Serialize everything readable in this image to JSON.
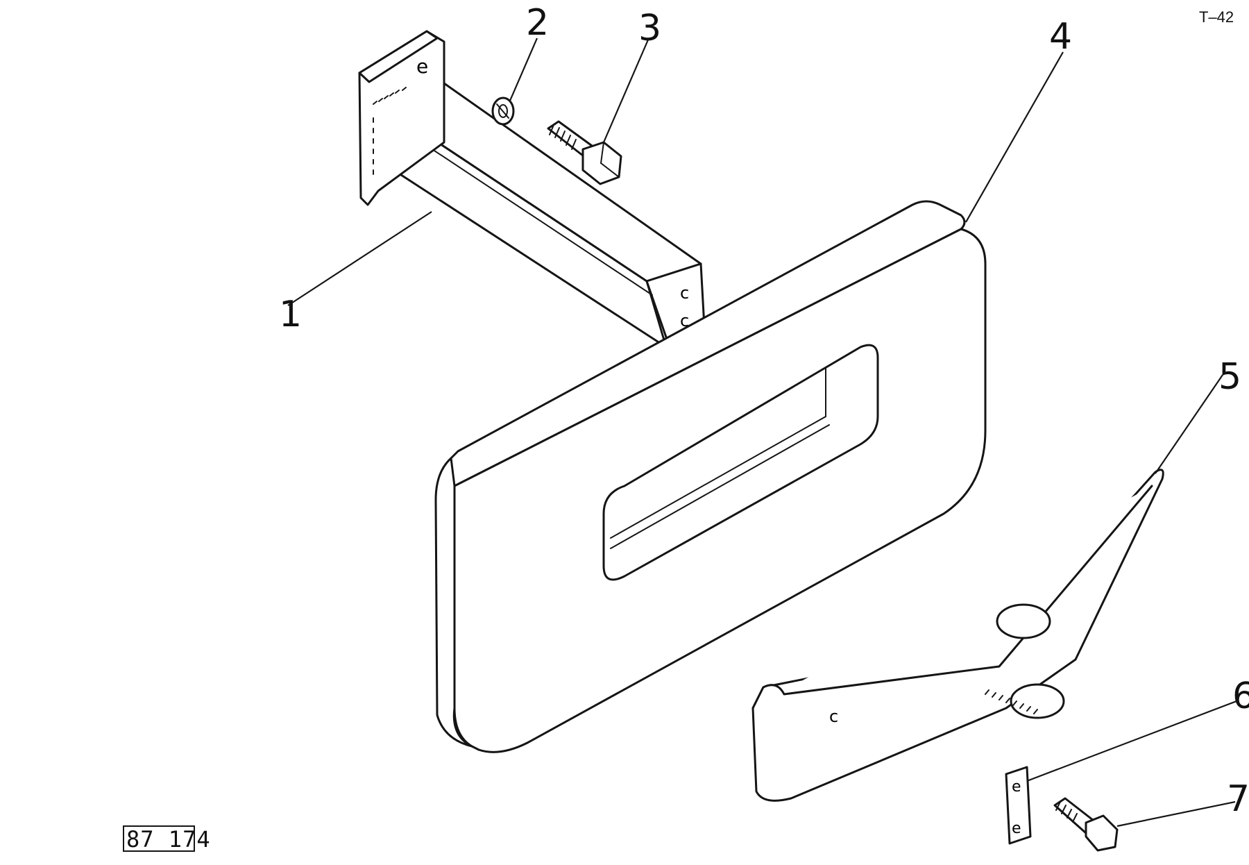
{
  "sheet_ref": "T–42",
  "drawing_id": "87 174",
  "callouts": [
    {
      "label": "1"
    },
    {
      "label": "2"
    },
    {
      "label": "3"
    },
    {
      "label": "4"
    },
    {
      "label": "5"
    },
    {
      "label": "6"
    },
    {
      "label": "7"
    }
  ]
}
